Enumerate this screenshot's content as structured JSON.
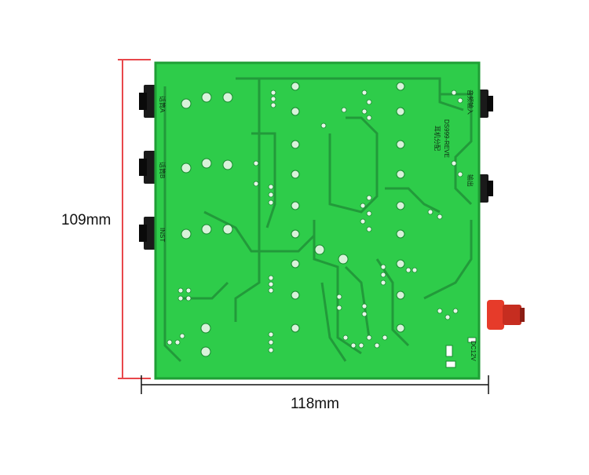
{
  "dimensions": {
    "height_label": "109mm",
    "width_label": "118mm"
  },
  "board": {
    "model_text": "DS999-REVE",
    "silkscreen": {
      "input_a": "话筒A",
      "input_b": "话筒B",
      "inst": "INST",
      "dc_label": "DC12V",
      "brand": "耳机分配",
      "output": "音频输入",
      "out2": "输出"
    }
  },
  "colors": {
    "pcb": "#2ecc4a",
    "pcb_dark": "#1f9e35",
    "trace": "#229a3a",
    "marker": "#e8474b",
    "jack": "#1a1a1a",
    "dc_jack": "#e63b2a"
  }
}
